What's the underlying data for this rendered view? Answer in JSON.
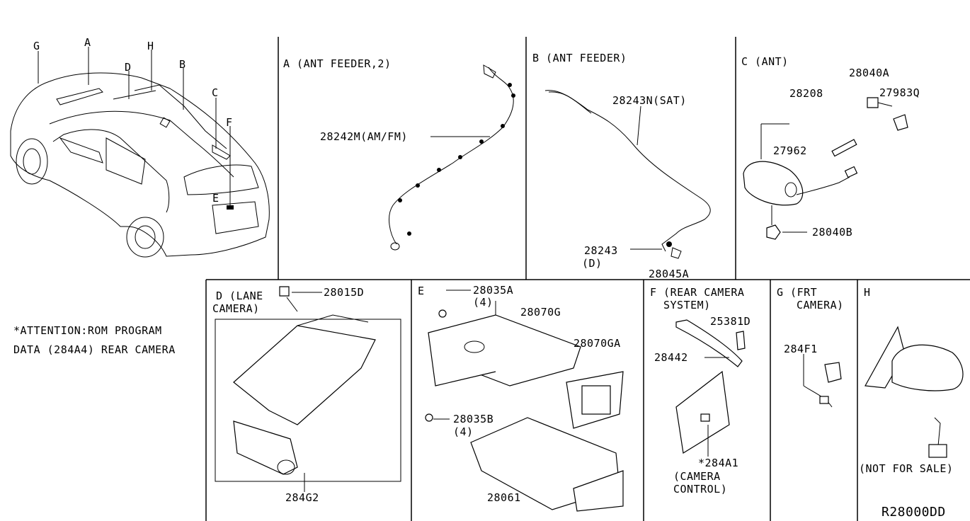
{
  "vehicle": {
    "callouts": [
      "G",
      "A",
      "D",
      "H",
      "B",
      "C",
      "F",
      "E"
    ]
  },
  "sections": {
    "A": {
      "title": "A (ANT FEEDER,2)",
      "parts": [
        "28242M(AM/FM)"
      ]
    },
    "B": {
      "title": "B (ANT FEEDER)",
      "parts": [
        "28243N(SAT)",
        "28243",
        "(D)",
        "28045A"
      ]
    },
    "C": {
      "title": "C (ANT)",
      "parts": [
        "28040A",
        "28208",
        "27983Q",
        "27962",
        "28040B"
      ]
    },
    "D": {
      "title_line1": "D (LANE",
      "title_line2": "CAMERA)",
      "parts": [
        "28015D",
        "284G2"
      ]
    },
    "E": {
      "title": "E",
      "parts": [
        "28035A",
        "(4)",
        "28070G",
        "28070GA",
        "28035B",
        "(4)",
        "28061"
      ]
    },
    "F": {
      "title_line1": "F (REAR CAMERA",
      "title_line2": "SYSTEM)",
      "parts": [
        "25381D",
        "28442",
        "*284A1",
        "(CAMERA",
        "CONTROL)"
      ]
    },
    "G": {
      "title_line1": "G (FRT",
      "title_line2": "CAMERA)",
      "parts": [
        "284F1"
      ]
    },
    "H": {
      "title": "H",
      "note": "(NOT FOR SALE)"
    }
  },
  "attention": {
    "line1": "*ATTENTION:ROM PROGRAM",
    "line2": "DATA (284A4) REAR CAMERA"
  },
  "diagram_code": "R28000DD"
}
